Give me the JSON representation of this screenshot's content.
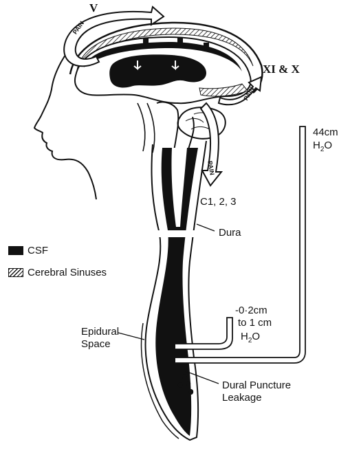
{
  "labels": {
    "nerve_v": "V",
    "nerve_xi_x": "XI & X",
    "pain_1": "PAIN",
    "pain_2": "PAIN",
    "pain_3": "PAIN",
    "c123": "C1, 2, 3",
    "dura": "Dura",
    "pressure_high_1": "44cm",
    "pressure_high_2_main": "H",
    "pressure_high_2_sub": "2",
    "pressure_high_2_tail": "O",
    "pressure_low_1": "-0·2cm",
    "pressure_low_2": "to 1 cm",
    "pressure_low_3_main": "H",
    "pressure_low_3_sub": "2",
    "pressure_low_3_tail": "O",
    "epidural_1": "Epidural",
    "epidural_2": "Space",
    "leak_1": "Dural Puncture",
    "leak_2": "Leakage"
  },
  "legend": {
    "csf": "CSF",
    "sinuses": "Cerebral Sinuses"
  },
  "colors": {
    "ink": "#111111",
    "paper": "#ffffff"
  }
}
